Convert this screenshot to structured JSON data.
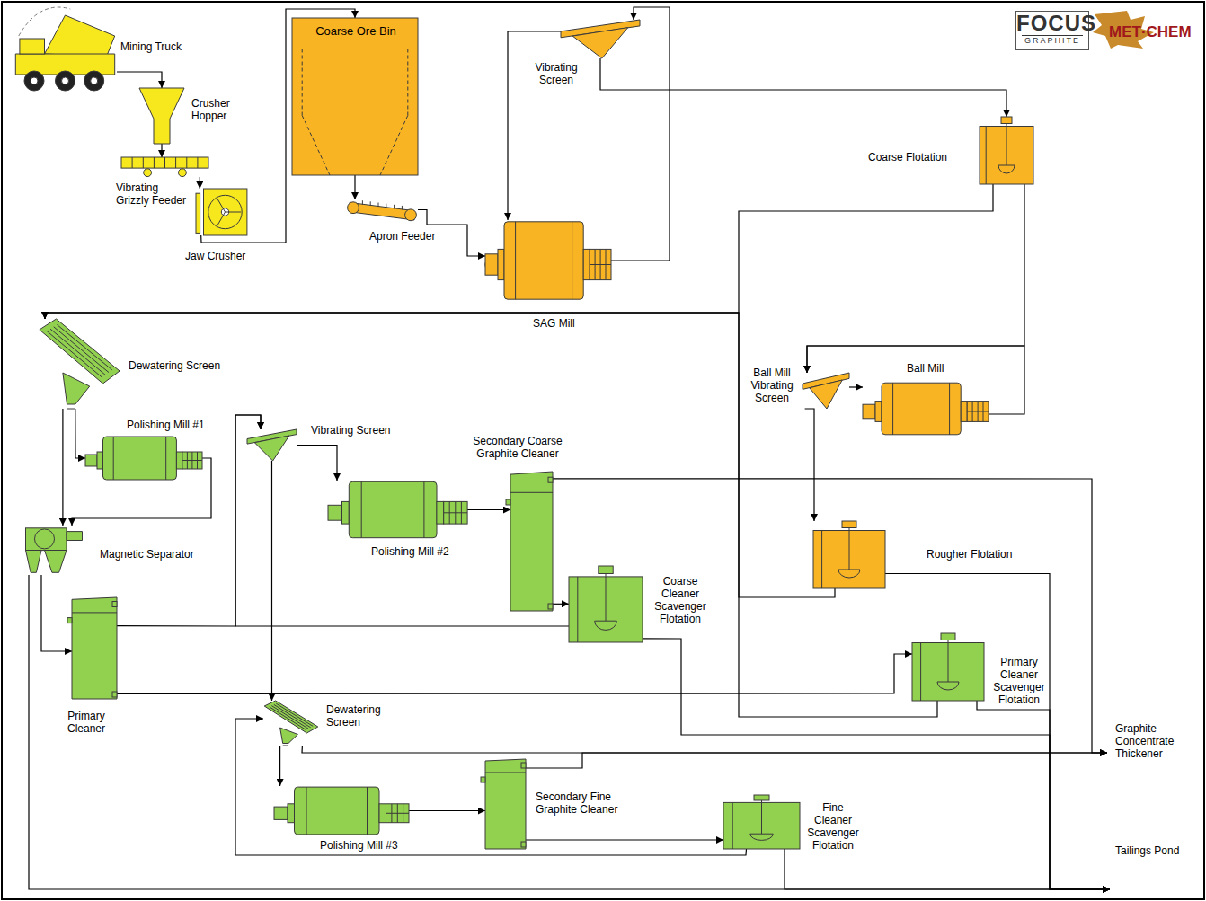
{
  "diagram": {
    "nodes": [
      {
        "text": [
          "Mining Truck"
        ]
      },
      {
        "text": [
          "Crusher Hopper"
        ]
      },
      {
        "text": [
          "Vibrating Grizzly Feeder"
        ]
      },
      {
        "text": [
          "Jaw Crusher"
        ]
      },
      {
        "text": [
          "Coarse Ore Bin"
        ]
      },
      {
        "text": [
          "Apron Feeder"
        ]
      },
      {
        "text": [
          "Vibrating Screen"
        ]
      },
      {
        "text": [
          "SAG Mill"
        ]
      },
      {
        "text": [
          "Coarse Flotation"
        ]
      },
      {
        "text": [
          "Dewatering Screen"
        ]
      },
      {
        "text": [
          "Ball Mill Vibrating Screen"
        ]
      },
      {
        "text": [
          "Ball Mill"
        ]
      },
      {
        "text": [
          "Polishing Mill #1"
        ]
      },
      {
        "text": [
          "Vibrating Screen"
        ]
      },
      {
        "text": [
          "Secondary Coarse Graphite Cleaner"
        ]
      },
      {
        "text": [
          "Magnetic Separator"
        ]
      },
      {
        "text": [
          "Polishing Mill #2"
        ]
      },
      {
        "text": [
          "Coarse Cleaner Scavenger Flotation"
        ]
      },
      {
        "text": [
          "Rougher Flotation"
        ]
      },
      {
        "text": [
          "Primary Cleaner"
        ]
      },
      {
        "text": [
          "Primary Cleaner Scavenger Flotation"
        ]
      },
      {
        "text": [
          "Dewatering Screen"
        ]
      },
      {
        "text": [
          "Graphite Concentrate Thickener"
        ]
      },
      {
        "text": [
          "Polishing Mill #3"
        ]
      },
      {
        "text": [
          "Secondary Fine Graphite Cleaner"
        ]
      },
      {
        "text": [
          "Fine Cleaner Scavenger Flotation"
        ]
      },
      {
        "text": [
          "Tailings Pond"
        ]
      }
    ],
    "edges": [
      {
        "from": 0,
        "to": 1,
        "arrow": "to"
      },
      {
        "from": 1,
        "to": 2,
        "arrow": "to"
      },
      {
        "from": 2,
        "to": 3,
        "arrow": "to"
      },
      {
        "from": 3,
        "to": 4,
        "arrow": "to"
      },
      {
        "from": 4,
        "to": 5,
        "arrow": "to"
      },
      {
        "from": 5,
        "to": 7,
        "arrow": "to"
      },
      {
        "from": 7,
        "to": 6,
        "arrow": "to"
      },
      {
        "from": 6,
        "to": 7,
        "arrow": "to"
      },
      {
        "from": 6,
        "to": 8,
        "arrow": "to"
      },
      {
        "from": 8,
        "to": 9,
        "arrow": "to"
      },
      {
        "from": 8,
        "to": 10,
        "arrow": "to"
      },
      {
        "from": 10,
        "to": 11,
        "arrow": "to"
      },
      {
        "from": 11,
        "to": 10,
        "arrow": "to"
      },
      {
        "from": 10,
        "to": 18,
        "arrow": "to"
      },
      {
        "from": 18,
        "to": 9,
        "arrow": "to"
      },
      {
        "from": 18,
        "to": 26,
        "arrow": "to"
      },
      {
        "from": 9,
        "to": 12,
        "arrow": "to"
      },
      {
        "from": 9,
        "to": 15,
        "arrow": "to"
      },
      {
        "from": 12,
        "to": 15,
        "arrow": "to"
      },
      {
        "from": 15,
        "to": 19,
        "arrow": "to"
      },
      {
        "from": 15,
        "to": 26,
        "arrow": "to"
      },
      {
        "from": 19,
        "to": 13,
        "arrow": "to"
      },
      {
        "from": 19,
        "to": 20,
        "arrow": "to"
      },
      {
        "from": 20,
        "to": 9,
        "arrow": "to"
      },
      {
        "from": 20,
        "to": 26,
        "arrow": "to"
      },
      {
        "from": 13,
        "to": 16,
        "arrow": "to"
      },
      {
        "from": 13,
        "to": 21,
        "arrow": "to"
      },
      {
        "from": 16,
        "to": 14,
        "arrow": "to"
      },
      {
        "from": 14,
        "to": 22,
        "arrow": "to"
      },
      {
        "from": 14,
        "to": 17,
        "arrow": "to"
      },
      {
        "from": 17,
        "to": 13,
        "arrow": "to"
      },
      {
        "from": 17,
        "to": 26,
        "arrow": "to"
      },
      {
        "from": 21,
        "to": 23,
        "arrow": "to"
      },
      {
        "from": 21,
        "to": 22,
        "arrow": "to"
      },
      {
        "from": 23,
        "to": 24,
        "arrow": "to"
      },
      {
        "from": 24,
        "to": 22,
        "arrow": "to"
      },
      {
        "from": 24,
        "to": 25,
        "arrow": "to"
      },
      {
        "from": 25,
        "to": 21,
        "arrow": "to"
      },
      {
        "from": 25,
        "to": 26,
        "arrow": "to"
      }
    ],
    "labels": [
      "FOCUS",
      "GRAPHITE",
      "MET·CHEM"
    ]
  }
}
